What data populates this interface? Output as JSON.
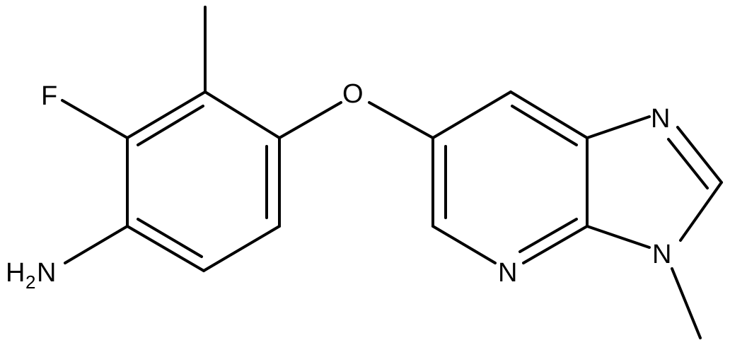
{
  "molecule": {
    "atoms": {
      "F": "F",
      "O": "O",
      "N_imidazole_top": "N",
      "N_pyridine": "N",
      "N_methyl": "N",
      "amine_H": "H",
      "amine_sub": "2",
      "amine_N": "N"
    },
    "colors": {
      "bond": "#000000",
      "label": "#000000",
      "background": "#ffffff"
    }
  }
}
